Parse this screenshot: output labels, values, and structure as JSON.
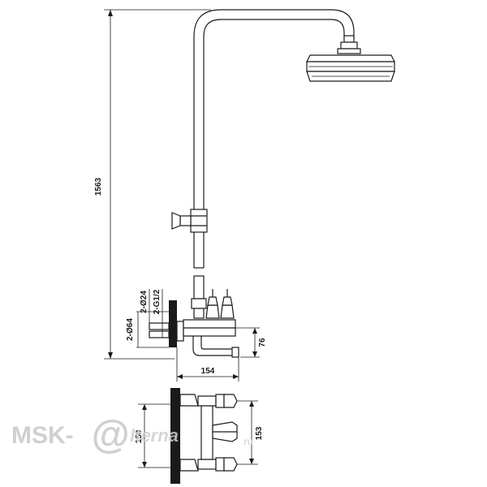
{
  "dimensions": {
    "total_height": "1563",
    "outlet_diameter": "2-Ø64",
    "cover_diameter": "2-Ø24",
    "thread": "2-G1/2",
    "spout_height": "76",
    "spout_reach": "154",
    "center_distance_left": "150",
    "center_distance_right": "153"
  },
  "watermark": {
    "brand": "MSK-",
    "at_symbol": "@",
    "suffix": "lterna",
    "tld": "ru"
  },
  "colors": {
    "line": "#1a1a1a",
    "watermark": "#c8c8c8"
  }
}
